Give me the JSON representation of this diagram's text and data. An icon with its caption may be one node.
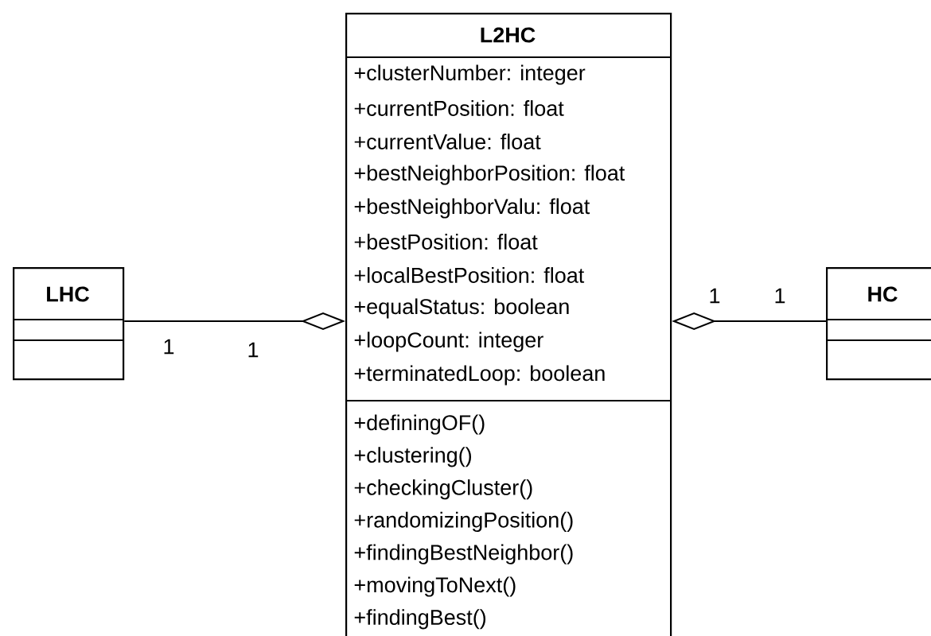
{
  "diagram": {
    "nodes": [
      {
        "text": [
          "L2HC",
          "+clusterNumber: integer",
          "+currentPosition: float",
          "+currentValue: float",
          "+bestNeighborPosition: float",
          "+bestNeighborValu: float",
          "+bestPosition: float",
          "+localBestPosition: float",
          "+equalStatus: boolean",
          "+loopCount: integer",
          "+terminatedLoop: boolean",
          "+definingOF()",
          "+clustering()",
          "+checkingCluster()",
          "+randomizingPosition()",
          "+findingBestNeighbor()",
          "+movingToNext()",
          "+findingBest()"
        ]
      },
      {
        "text": [
          "LHC"
        ]
      },
      {
        "text": [
          "HC"
        ]
      }
    ],
    "edges": [
      {
        "from": 1,
        "to": 0,
        "arrow": "other"
      },
      {
        "from": 2,
        "to": 0,
        "arrow": "other"
      }
    ],
    "labels": [
      "1",
      "1",
      "1",
      "1"
    ]
  }
}
